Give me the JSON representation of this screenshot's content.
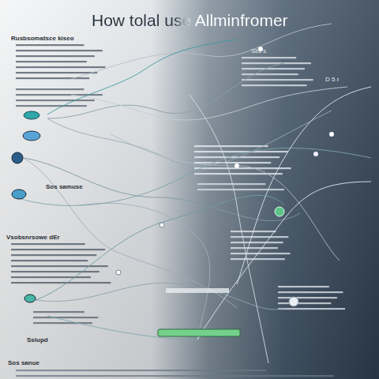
{
  "diagram": {
    "title": "How tolal use Allminfromer",
    "labels": [
      "Rusbsomatsce kiseo",
      "Vsobsnrsowe dEr",
      "Sos samuse",
      "Ssiupd",
      "Sos sanue",
      "Siis s",
      "D 5 r"
    ]
  }
}
